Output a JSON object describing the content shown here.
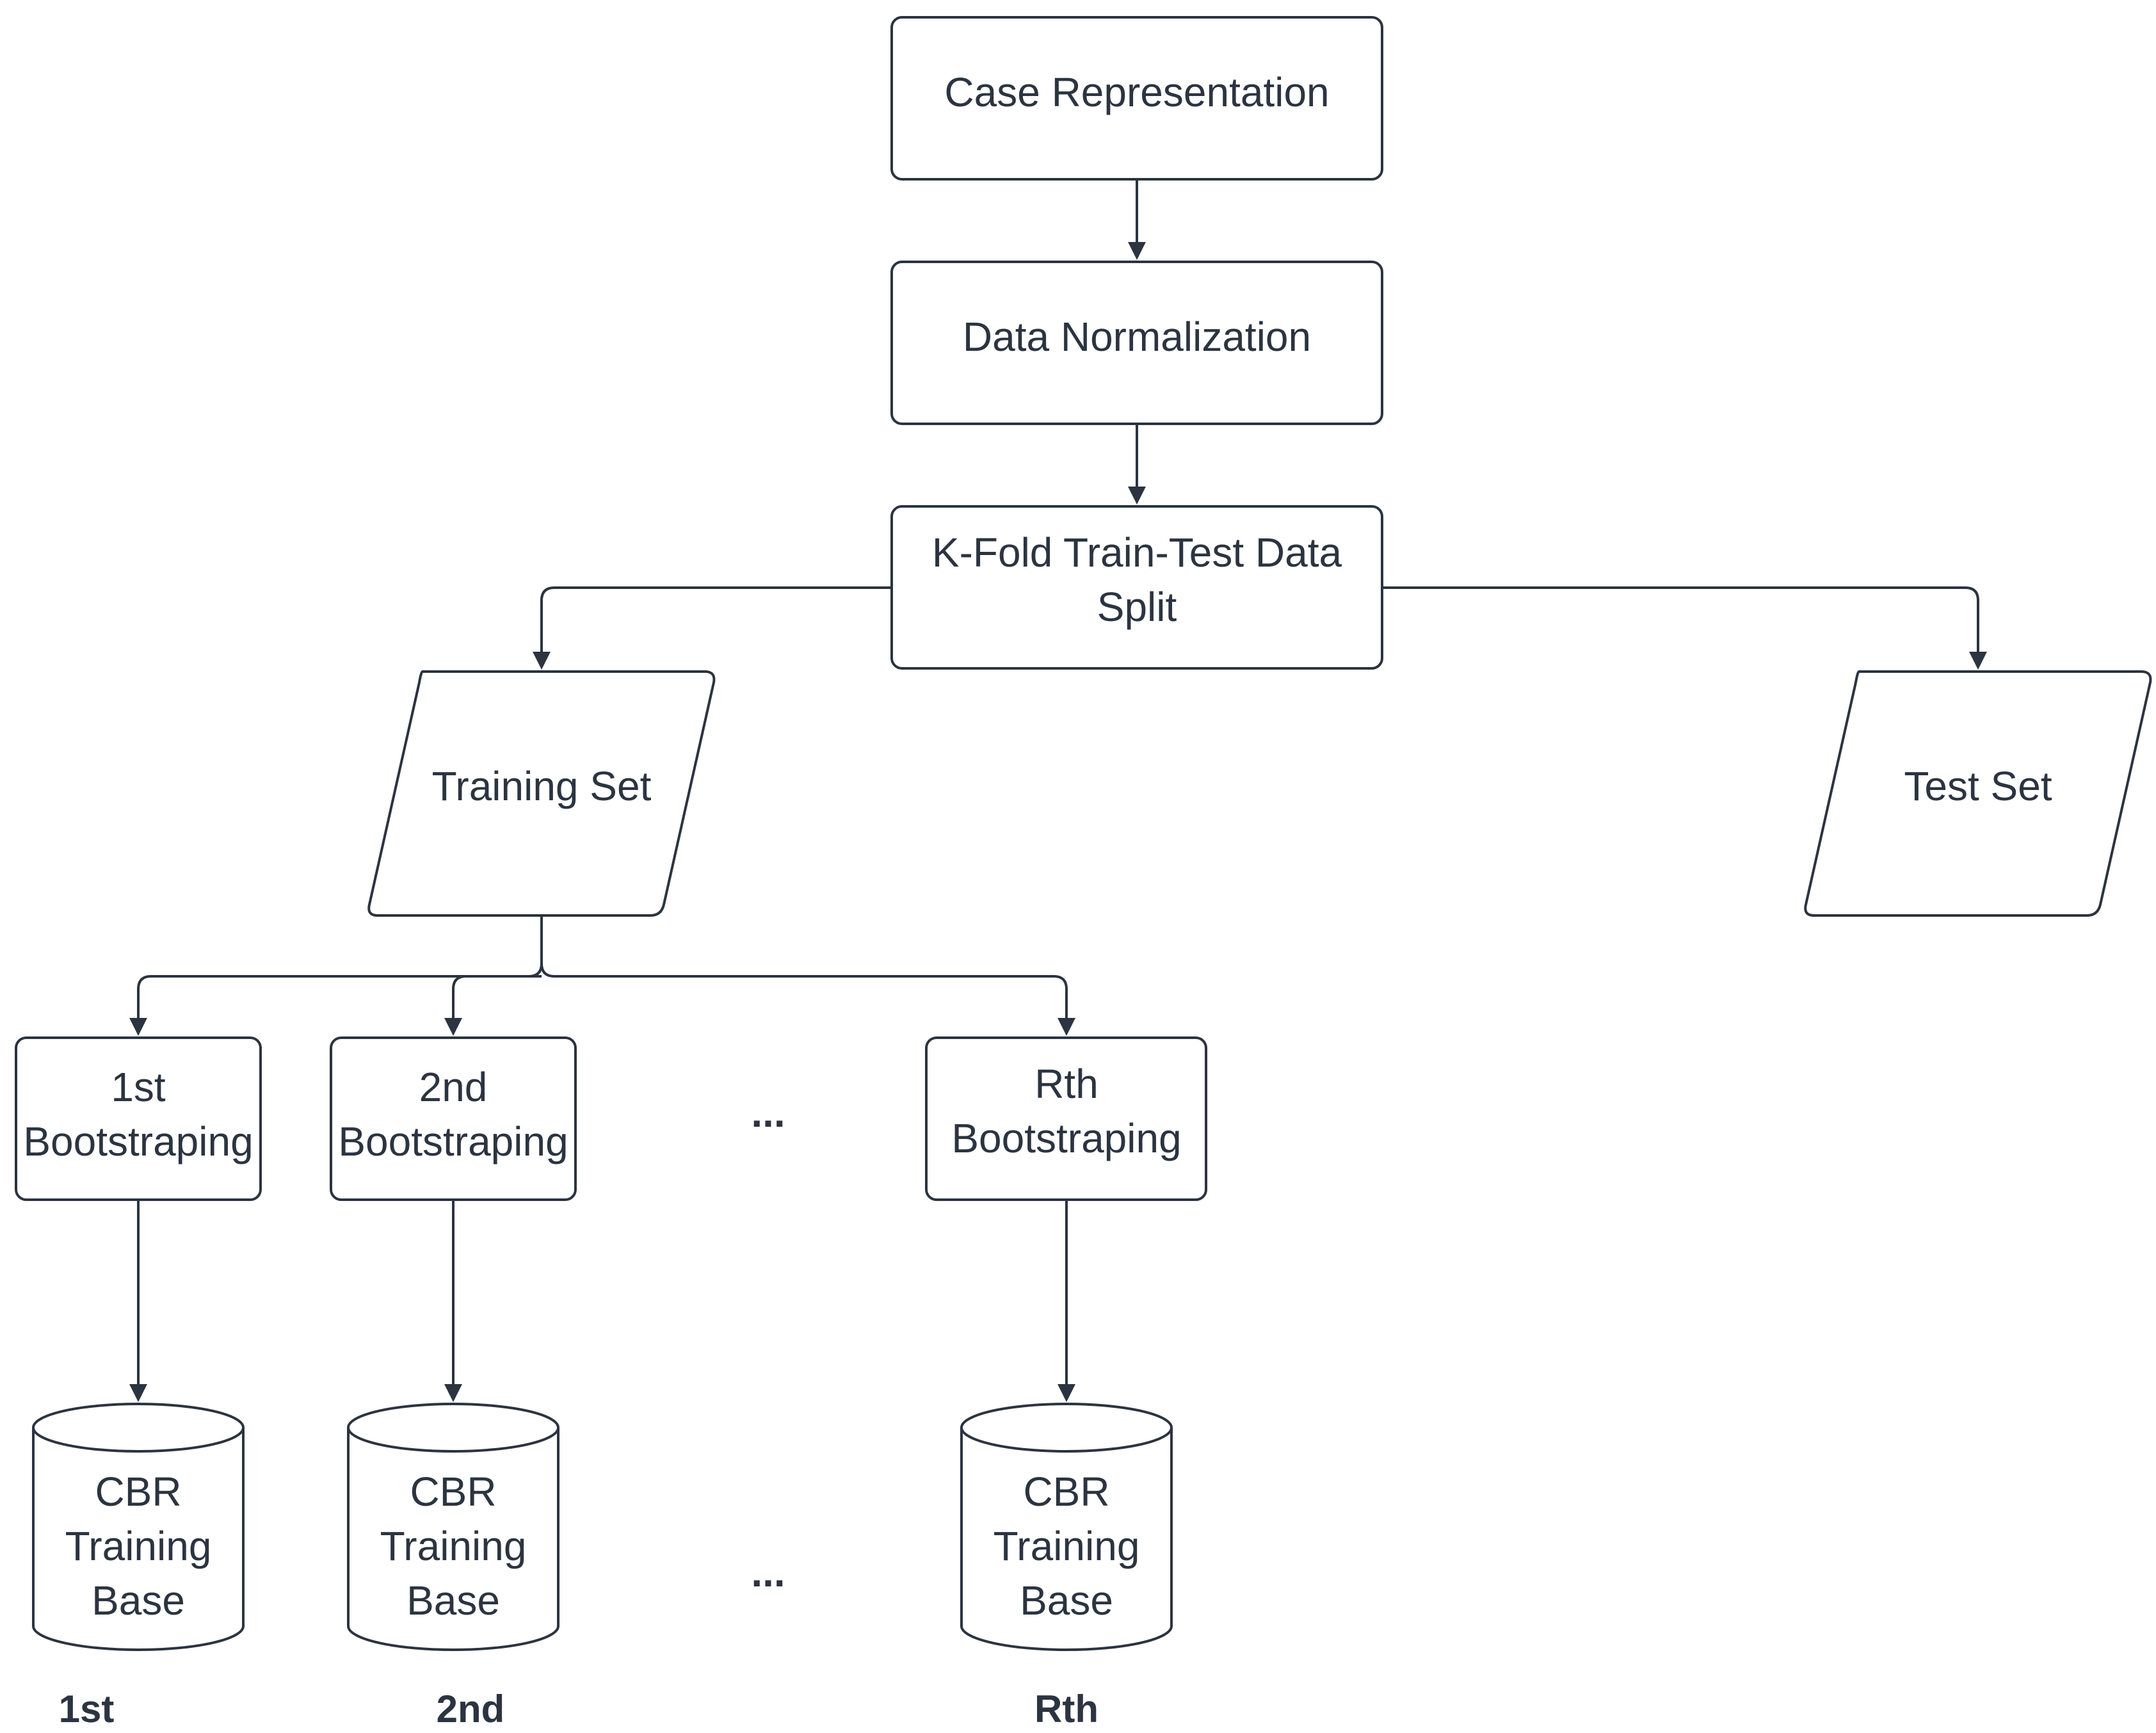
{
  "nodes": {
    "case_representation": [
      "Case Representation"
    ],
    "data_normalization": [
      "Data Normalization"
    ],
    "kfold_split": [
      "K-Fold Train-Test Data",
      "Split"
    ],
    "training_set": [
      "Training Set"
    ],
    "test_set": [
      "Test Set"
    ],
    "bootstrap_1": [
      "1st",
      "Bootstraping"
    ],
    "bootstrap_2": [
      "2nd",
      "Bootstraping"
    ],
    "bootstrap_r": [
      "Rth",
      "Bootstraping"
    ],
    "cbr_base_1": [
      "CBR",
      "Training",
      "Base"
    ],
    "cbr_base_2": [
      "CBR",
      "Training",
      "Base"
    ],
    "cbr_base_r": [
      "CBR",
      "Training",
      "Base"
    ]
  },
  "ellipsis": [
    "...",
    "..."
  ],
  "captions": {
    "first": "1st",
    "second": "2nd",
    "rth": "Rth"
  },
  "colors": {
    "stroke": "#2b3440",
    "text": "#2b3440",
    "background": "#ffffff"
  }
}
